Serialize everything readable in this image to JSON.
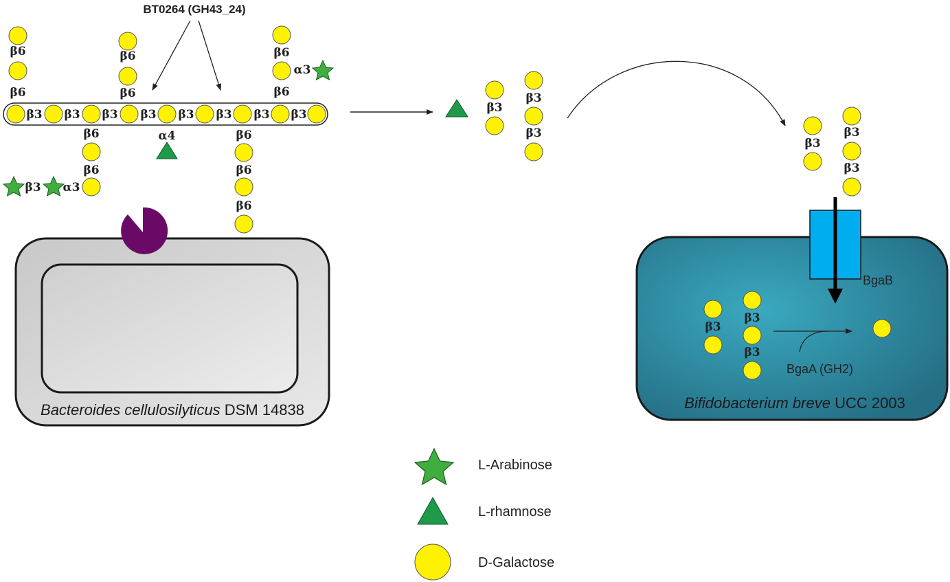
{
  "enzyme_label": "BT0264 (GH43_24)",
  "bonds": {
    "b6": "β6",
    "b3": "β3",
    "a3": "α3",
    "a4": "α4"
  },
  "transporter_label": "BgaB",
  "intracellular_enzyme_label": "BgaA (GH2)",
  "organisms": {
    "left": {
      "genus_species": "Bacteroides cellulosilyticus",
      "strain": " DSM 14838"
    },
    "right": {
      "genus_species": "Bifidobacterium breve",
      "strain": " UCC 2003"
    }
  },
  "legend": [
    {
      "shape": "star",
      "label": "L-Arabinose"
    },
    {
      "shape": "triangle",
      "label": "L-rhamnose"
    },
    {
      "shape": "circle",
      "label": "D-Galactose"
    }
  ],
  "colors": {
    "galactose": "#fff200",
    "arabinose": "#3fae3f",
    "rhamnose": "#1f9a4a",
    "enzyme": "#6a0a66",
    "bacteroides_cell": "#d9d9d9",
    "bifido_cell": "#2e8fa6",
    "transporter": "#00aeef"
  }
}
